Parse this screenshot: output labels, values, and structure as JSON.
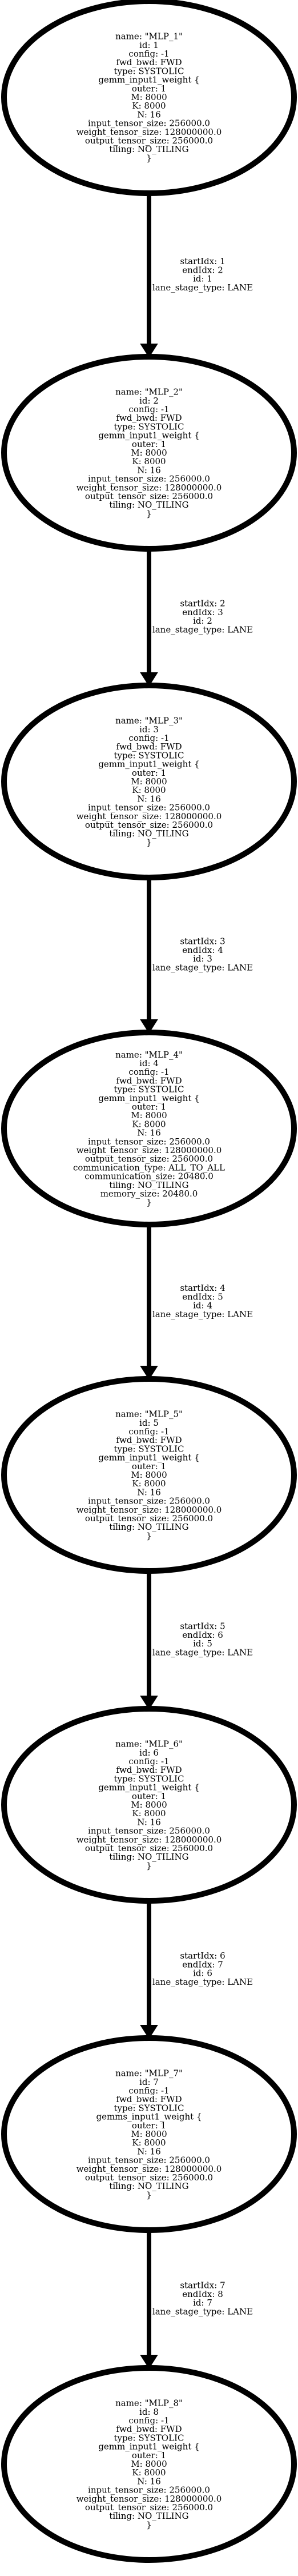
{
  "nodes": [
    {
      "name": "name: \"MLP_1\"",
      "id": "id: 1",
      "config": "config: -1",
      "fwd_bwd": "fwd_bwd: FWD",
      "type": "type: SYSTOLIC",
      "gemm_open": "gemm_input1_weight {",
      "outer": "outer: 1",
      "M": "M: 8000",
      "K": "K: 8000",
      "N": "N: 16",
      "input_tensor_size": "input_tensor_size: 256000.0",
      "weight_tensor_size": "weight_tensor_size: 128000000.0",
      "output_tensor_size": "output_tensor_size: 256000.0",
      "tiling": "tiling: NO_TILING",
      "close": "}"
    },
    {
      "name": "name: \"MLP_2\"",
      "id": "id: 2",
      "config": "config: -1",
      "fwd_bwd": "fwd_bwd: FWD",
      "type": "type: SYSTOLIC",
      "gemm_open": "gemm_input1_weight {",
      "outer": "outer: 1",
      "M": "M: 8000",
      "K": "K: 8000",
      "N": "N: 16",
      "input_tensor_size": "input_tensor_size: 256000.0",
      "weight_tensor_size": "weight_tensor_size: 128000000.0",
      "output_tensor_size": "output_tensor_size: 256000.0",
      "tiling": "tiling: NO_TILING",
      "close": "}"
    },
    {
      "name": "name: \"MLP_3\"",
      "id": "id: 3",
      "config": "config: -1",
      "fwd_bwd": "fwd_bwd: FWD",
      "type": "type: SYSTOLIC",
      "gemm_open": "gemm_input1_weight {",
      "outer": "outer: 1",
      "M": "M: 8000",
      "K": "K: 8000",
      "N": "N: 16",
      "input_tensor_size": "input_tensor_size: 256000.0",
      "weight_tensor_size": "weight_tensor_size: 128000000.0",
      "output_tensor_size": "output_tensor_size: 256000.0",
      "tiling": "tiling: NO_TILING",
      "close": "}"
    },
    {
      "name": "name: \"MLP_4\"",
      "id": "id: 4",
      "config": "config: -1",
      "fwd_bwd": "fwd_bwd: FWD",
      "type": "type: SYSTOLIC",
      "gemm_open": "gemm_input1_weight {",
      "outer": "outer: 1",
      "M": "M: 8000",
      "K": "K: 8000",
      "N": "N: 16",
      "input_tensor_size": "input_tensor_size: 256000.0",
      "weight_tensor_size": "weight_tensor_size: 128000000.0",
      "output_tensor_size": "output_tensor_size: 256000.0",
      "communication_type": "communication_type: ALL_TO_ALL",
      "communication_size": "communication_size: 20480.0",
      "tiling": "tiling: NO_TILING",
      "memory_size": "memory_size: 20480.0",
      "close": "}"
    },
    {
      "name": "name: \"MLP_5\"",
      "id": "id: 5",
      "config": "config: -1",
      "fwd_bwd": "fwd_bwd: FWD",
      "type": "type: SYSTOLIC",
      "gemm_open": "gemm_input1_weight {",
      "outer": "outer: 1",
      "M": "M: 8000",
      "K": "K: 8000",
      "N": "N: 16",
      "input_tensor_size": "input_tensor_size: 256000.0",
      "weight_tensor_size": "weight_tensor_size: 128000000.0",
      "output_tensor_size": "output_tensor_size: 256000.0",
      "tiling": "tiling: NO_TILING",
      "close": "}"
    },
    {
      "name": "name: \"MLP_6\"",
      "id": "id: 6",
      "config": "config: -1",
      "fwd_bwd": "fwd_bwd: FWD",
      "type": "type: SYSTOLIC",
      "gemm_open": "gemm_input1_weight {",
      "outer": "outer: 1",
      "M": "M: 8000",
      "K": "K: 8000",
      "N": "N: 16",
      "input_tensor_size": "input_tensor_size: 256000.0",
      "weight_tensor_size": "weight_tensor_size: 128000000.0",
      "output_tensor_size": "output_tensor_size: 256000.0",
      "tiling": "tiling: NO_TILING",
      "close": "}"
    },
    {
      "name": "name: \"MLP_7\"",
      "id": "id: 7",
      "config": "config: -1",
      "fwd_bwd": "fwd_bwd: FWD",
      "type": "type: SYSTOLIC",
      "gemm_open": "gemms_input1_weight {",
      "outer": "outer: 1",
      "M": "M: 8000",
      "K": "K: 8000",
      "N": "N: 16",
      "input_tensor_size": "input_tensor_size: 256000.0",
      "weight_tensor_size": "weight_tensor_size: 128000000.0",
      "output_tensor_size": "output_tensor_size: 256000.0",
      "tiling": "tiling: NO_TILING",
      "close": "}"
    },
    {
      "name": "name: \"MLP_8\"",
      "id": "id: 8",
      "config": "config: -1",
      "fwd_bwd": "fwd_bwd: FWD",
      "type": "type: SYSTOLIC",
      "gemm_open": "gemm_input1_weight {",
      "outer": "outer: 1",
      "M": "M: 8000",
      "K": "K: 8000",
      "N": "N: 16",
      "input_tensor_size": "input_tensor_size: 256000.0",
      "weight_tensor_size": "weight_tensor_size: 128000000.0",
      "output_tensor_size": "output_tensor_size: 256000.0",
      "tiling": "tiling: NO_TILING",
      "close": "}"
    }
  ],
  "edges": [
    {
      "startIdx": "startIdx: 1",
      "endIdx": "endIdx: 2",
      "id": "id: 1",
      "lane_stage_type": "lane_stage_type: LANE"
    },
    {
      "startIdx": "startIdx: 2",
      "endIdx": "endIdx: 3",
      "id": "id: 2",
      "lane_stage_type": "lane_stage_type: LANE"
    },
    {
      "startIdx": "startIdx: 3",
      "endIdx": "endIdx: 4",
      "id": "id: 3",
      "lane_stage_type": "lane_stage_type: LANE"
    },
    {
      "startIdx": "startIdx: 4",
      "endIdx": "endIdx: 5",
      "id": "id: 4",
      "lane_stage_type": "lane_stage_type: LANE"
    },
    {
      "startIdx": "startIdx: 5",
      "endIdx": "endIdx: 6",
      "id": "id: 5",
      "lane_stage_type": "lane_stage_type: LANE"
    },
    {
      "startIdx": "startIdx: 6",
      "endIdx": "endIdx: 7",
      "id": "id: 6",
      "lane_stage_type": "lane_stage_type: LANE"
    },
    {
      "startIdx": "startIdx: 7",
      "endIdx": "endIdx: 8",
      "id": "id: 7",
      "lane_stage_type": "lane_stage_type: LANE"
    }
  ]
}
